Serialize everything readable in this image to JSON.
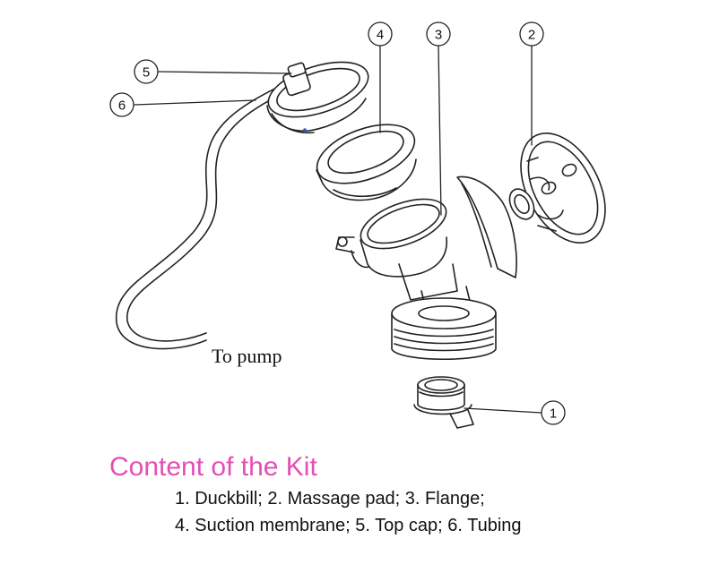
{
  "callouts": [
    {
      "number": "1",
      "part": "Duckbill"
    },
    {
      "number": "2",
      "part": "Massage pad"
    },
    {
      "number": "3",
      "part": "Flange"
    },
    {
      "number": "4",
      "part": "Suction membrane"
    },
    {
      "number": "5",
      "part": "Top cap"
    },
    {
      "number": "6",
      "part": "Tubing"
    }
  ],
  "pump_label": "To pump",
  "kit": {
    "title": "Content of the Kit",
    "title_color": "#e44fb4",
    "line1": "1. Duckbill; 2. Massage pad; 3. Flange;",
    "line2": "4. Suction membrane; 5. Top cap; 6. Tubing"
  },
  "colors": {
    "line": "#222222",
    "accent_dot": "#3a55d0"
  }
}
